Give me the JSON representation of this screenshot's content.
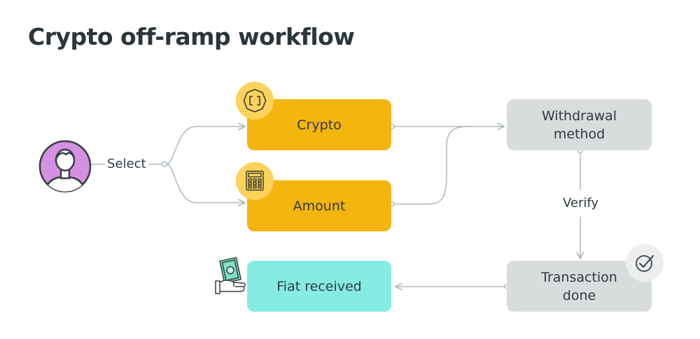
{
  "title": "Crypto off-ramp workflow",
  "actor": {
    "icon": "user-avatar-icon",
    "color": "#d58fe3"
  },
  "nodes": {
    "crypto": {
      "label": "Crypto",
      "icon": "coin-icon"
    },
    "amount": {
      "label": "Amount",
      "icon": "calculator-icon"
    },
    "withdrawal": {
      "label": "Withdrawal method"
    },
    "transaction": {
      "label": "Transaction done",
      "icon": "check-circle-icon"
    },
    "fiat": {
      "label": "Fiat received",
      "icon": "cash-in-hand-icon"
    }
  },
  "edges": {
    "select_label": "Select",
    "verify_label": "Verify"
  },
  "colors": {
    "input_node": "#f4b50e",
    "process_node": "#d9dcdd",
    "result_node": "#86ece3",
    "connector": "#aeb9c0"
  }
}
